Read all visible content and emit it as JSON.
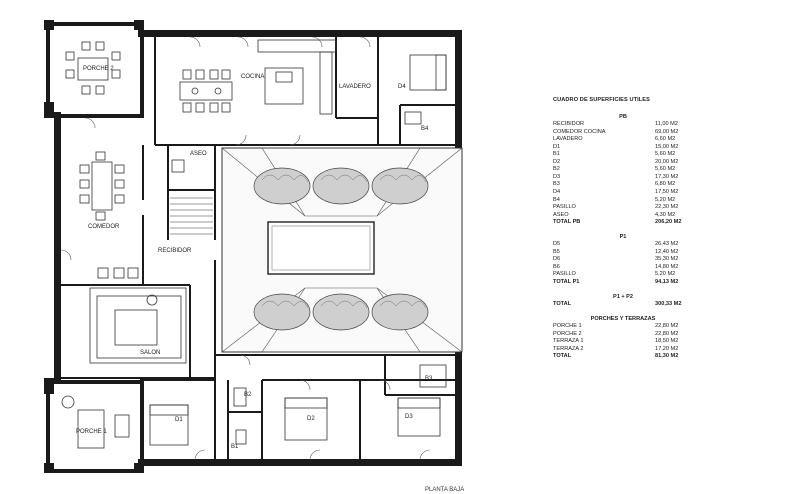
{
  "plan": {
    "labels": {
      "porche2": "PORCHE 2",
      "cocina": "COCINA",
      "lavadero": "LAVADERO",
      "d4": "D4",
      "b4": "B4",
      "aseo": "ASEO",
      "comedor": "COMEDOR",
      "recibidor": "RECIBIDOR",
      "salon": "SALON",
      "porche1": "PORCHE 1",
      "d1": "D1",
      "b2": "B2",
      "b1": "B1",
      "d2": "D2",
      "d3": "D3",
      "b3": "B3"
    },
    "footer": "PLANTA BAJA"
  },
  "table": {
    "title": "CUADRO DE SUPERFICIES UTILES",
    "sections": [
      {
        "name": "PB",
        "rows": [
          {
            "label": "RECIBIDOR",
            "value": "11,00 M2"
          },
          {
            "label": "COMEDOR COCINA",
            "value": "69,00 M2"
          },
          {
            "label": "LAVADERO",
            "value": "6,60 M2"
          },
          {
            "label": "D1",
            "value": "15,00 M2"
          },
          {
            "label": "B1",
            "value": "5,60 M2"
          },
          {
            "label": "D2",
            "value": "20,00 M2"
          },
          {
            "label": "B2",
            "value": "5,60 M2"
          },
          {
            "label": "D3",
            "value": "17,30 M2"
          },
          {
            "label": "B3",
            "value": "6,80 M2"
          },
          {
            "label": "D4",
            "value": "17,50 M2"
          },
          {
            "label": "B4",
            "value": "5,20 M2"
          },
          {
            "label": "PASILLO",
            "value": "22,30 M2"
          },
          {
            "label": "ASEO",
            "value": "4,30 M2"
          }
        ],
        "total": {
          "label": "TOTAL PB",
          "value": "206,20 M2"
        }
      },
      {
        "name": "P1",
        "rows": [
          {
            "label": "D5",
            "value": "26,43 M2"
          },
          {
            "label": "B5",
            "value": "12,40 M2"
          },
          {
            "label": "D6",
            "value": "35,30 M2"
          },
          {
            "label": "B6",
            "value": "14,80 M2"
          },
          {
            "label": "PASILLO",
            "value": "5,20 M2"
          }
        ],
        "total": {
          "label": "TOTAL P1",
          "value": "94,13 M2"
        }
      },
      {
        "name": "P1 + P2",
        "rows": [],
        "total": {
          "label": "TOTAL",
          "value": "300,33 M2"
        }
      },
      {
        "name": "PORCHES Y TERRAZAS",
        "rows": [
          {
            "label": "PORCHE 1",
            "value": "22,80 M2"
          },
          {
            "label": "PORCHE 2",
            "value": "22,80 M2"
          },
          {
            "label": "TERRAZA 1",
            "value": "18,50 M2"
          },
          {
            "label": "TERRAZA 2",
            "value": "17,20 M2"
          }
        ],
        "total": {
          "label": "TOTAL",
          "value": "81,30 M2"
        }
      }
    ]
  }
}
